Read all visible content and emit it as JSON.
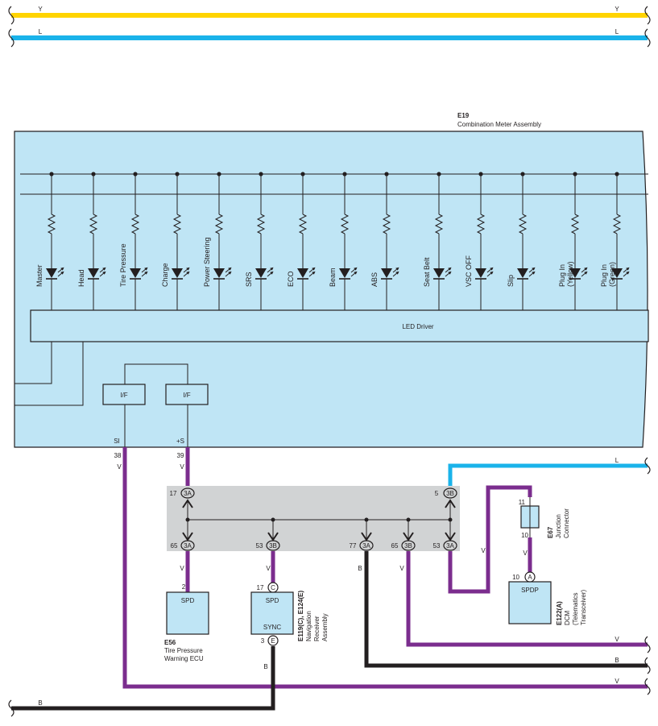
{
  "bus_wires": {
    "top": {
      "label_left": "Y",
      "label_right": "Y",
      "color": "#ffd400"
    },
    "second": {
      "label_left": "L",
      "label_right": "L",
      "color": "#1ab3ea"
    }
  },
  "meter": {
    "code": "E19",
    "name": "Combination Meter Assembly",
    "fill": "#bfe5f5",
    "led_driver": "LED Driver",
    "if_left": "I/F",
    "if_right": "I/F",
    "pin_si": "SI",
    "pin_s": "+S",
    "pin_si_no": "38",
    "pin_s_no": "39"
  },
  "indicators": [
    {
      "label": "Master"
    },
    {
      "label": "Head"
    },
    {
      "label": "Tire Pressure"
    },
    {
      "label": "Charge"
    },
    {
      "label": "Power Steering"
    },
    {
      "label": "SRS"
    },
    {
      "label": "ECO"
    },
    {
      "label": "Beam"
    },
    {
      "label": "ABS"
    },
    {
      "label": "Seat Belt"
    },
    {
      "label": "VSC OFF"
    },
    {
      "label": "Slip"
    },
    {
      "label": "Plug In",
      "label2": "(Yellow)"
    },
    {
      "label": "Plug In",
      "label2": "(Green)"
    }
  ],
  "wire_colors": {
    "V": "#7b2d8e",
    "B": "#231f20",
    "L": "#1ab3ea",
    "junction_fill": "#d1d3d4"
  },
  "junction": {
    "top_left": {
      "pin": "17",
      "conn": "3A"
    },
    "top_right": {
      "pin": "5",
      "conn": "3B"
    },
    "bottom": [
      {
        "pin": "65",
        "conn": "3A"
      },
      {
        "pin": "53",
        "conn": "3B"
      },
      {
        "pin": "77",
        "conn": "3A"
      },
      {
        "pin": "65",
        "conn": "3B"
      },
      {
        "pin": "53",
        "conn": "3A"
      }
    ]
  },
  "wire_labels": {
    "v": "V",
    "b": "B",
    "l": "L"
  },
  "e56": {
    "code": "E56",
    "name1": "Tire Pressure",
    "name2": "Warning ECU",
    "box": "SPD",
    "pin": "2"
  },
  "nav": {
    "code": "E119(C), E124(E)",
    "name1": "Navigation",
    "name2": "Receiver",
    "name3": "Assembly",
    "box_top": "SPD",
    "box_bottom": "SYNC",
    "pin_top": "17",
    "pin_top_conn": "C",
    "pin_bottom": "3",
    "pin_bottom_conn": "E"
  },
  "e67": {
    "code": "E67",
    "name1": "Junction",
    "name2": "Connector",
    "pin_top": "11",
    "pin_bottom": "10"
  },
  "dcm": {
    "code": "E122(A)",
    "name1": "DCM",
    "name2": "(Telematics",
    "name3": "Transceiver)",
    "box": "SPDP",
    "pin": "10",
    "conn": "A"
  }
}
